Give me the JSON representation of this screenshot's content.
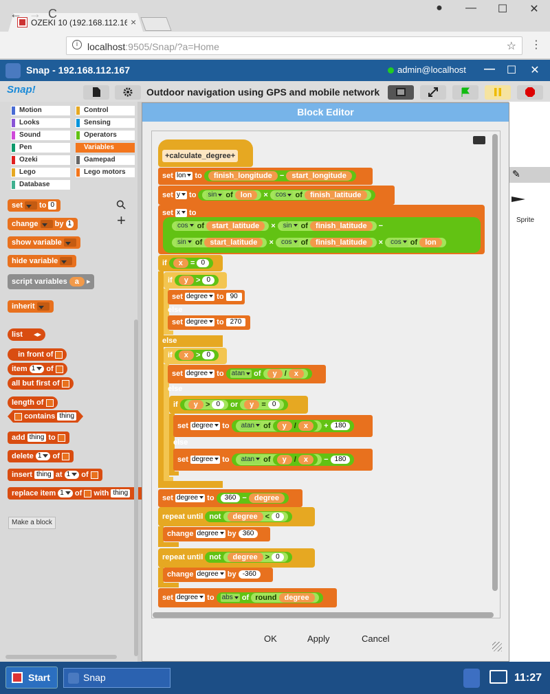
{
  "browser": {
    "tab_title": "OZEKI 10 (192.168.112.16",
    "tab_close": "×",
    "url_host": "localhost",
    "url_rest": ":9505/Snap/?a=Home",
    "back": "←",
    "forward": "→",
    "reload": "C",
    "info": "i",
    "star": "☆",
    "menu": "⋮",
    "account": "●",
    "minimize": "—",
    "maximize": "☐",
    "close": "✕"
  },
  "snapbar": {
    "title": "Snap - 192.168.112.167",
    "user": "admin@localhost",
    "min": "—",
    "max": "☐",
    "close": "✕"
  },
  "ide": {
    "logo": "Snap!",
    "project_title": "Outdoor navigation using GPS and mobile network"
  },
  "categories": [
    {
      "label": "Motion",
      "color": "#4a6cd4"
    },
    {
      "label": "Control",
      "color": "#e6a822"
    },
    {
      "label": "Looks",
      "color": "#8a55d7"
    },
    {
      "label": "Sensing",
      "color": "#0494dc"
    },
    {
      "label": "Sound",
      "color": "#cf4ad9"
    },
    {
      "label": "Operators",
      "color": "#62c213"
    },
    {
      "label": "Pen",
      "color": "#0e9a6c"
    },
    {
      "label": "Variables",
      "color": "#f3761d"
    },
    {
      "label": "Ozeki",
      "color": "#e02020"
    },
    {
      "label": "Gamepad",
      "color": "#666666"
    },
    {
      "label": "Lego",
      "color": "#e6a822"
    },
    {
      "label": "Lego motors",
      "color": "#f3761d"
    },
    {
      "label": "Database",
      "color": "#40b090"
    }
  ],
  "palette": {
    "set": "set",
    "to": "to",
    "zero": "0",
    "change": "change",
    "by": "by",
    "one": "1",
    "show_variable": "show variable",
    "hide_variable": "hide variable",
    "script_variables": "script variables",
    "a": "a",
    "inherit": "inherit",
    "list": "list",
    "in_front_of": "in front of",
    "item": "item",
    "of": "of",
    "all_but_first_of": "all but first of",
    "length_of": "length of",
    "contains": "contains",
    "thing": "thing",
    "add": "add",
    "delete": "delete",
    "insert": "insert",
    "at": "at",
    "replace_item": "replace item",
    "with": "with",
    "make_block": "Make a block",
    "search": "⚲",
    "plus": "+"
  },
  "stage": {
    "sprite_label": "Sprite"
  },
  "editor": {
    "title": "Block Editor",
    "hat": "+calculate_degree+",
    "kw_set": "set",
    "kw_to": "to",
    "kw_of": "of",
    "kw_if": "if",
    "kw_else": "else",
    "kw_or": "or",
    "kw_not": "not",
    "kw_repeat_until": "repeat until",
    "kw_change": "change",
    "kw_by": "by",
    "v_lon": "lon",
    "v_y": "y",
    "v_x": "x",
    "v_degree": "degree",
    "v_finish_longitude": "finish_longitude",
    "v_start_longitude": "start_longitude",
    "v_finish_latitude": "finish_latitude",
    "v_start_latitude": "start_latitude",
    "f_sin": "sin",
    "f_cos": "cos",
    "f_atan": "atan",
    "f_abs": "abs",
    "f_round": "round",
    "op_minus": "−",
    "op_times": "×",
    "op_eq": "=",
    "op_gt": ">",
    "op_lt": "<",
    "op_div": "/",
    "op_plus": "+",
    "n0": "0",
    "n90": "90",
    "n270": "270",
    "n180": "180",
    "n360": "360",
    "nm360": "-360",
    "ok": "OK",
    "apply": "Apply",
    "cancel": "Cancel"
  },
  "taskbar": {
    "start": "Start",
    "snap": "Snap",
    "clock": "11:27"
  }
}
